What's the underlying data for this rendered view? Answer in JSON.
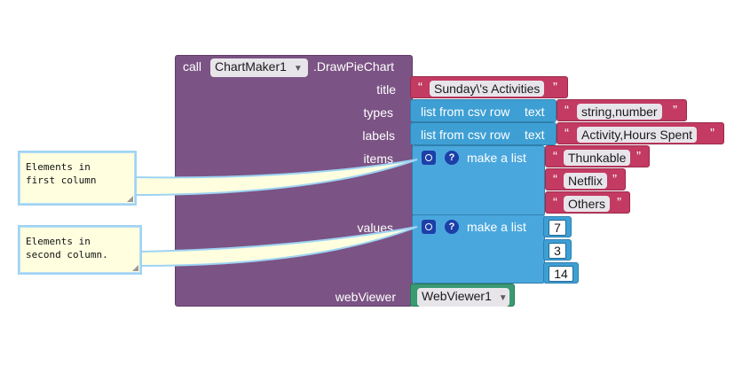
{
  "call_block": {
    "call_label": "call",
    "component": "ChartMaker1",
    "method": ".DrawPieChart",
    "sockets": {
      "title": "title",
      "types": "types",
      "labels": "labels",
      "items": "items",
      "values": "values",
      "webViewer": "webViewer"
    }
  },
  "title_value": "Sunday\\'s Activities",
  "types_block": {
    "label": "list from csv row",
    "text_label": "text",
    "value": "string,number"
  },
  "labels_block": {
    "label": "list from csv row",
    "text_label": "text",
    "value": "Activity,Hours Spent"
  },
  "items_list": {
    "label": "make a list",
    "help": "?",
    "values": [
      "Thunkable",
      "Netflix",
      "Others"
    ]
  },
  "values_list": {
    "label": "make a list",
    "help": "?",
    "values": [
      "7",
      "3",
      "14"
    ]
  },
  "webviewer_component": "WebViewer1",
  "quote": "“",
  "quote_close": "”",
  "comments": {
    "first": "Elements in\nfirst column",
    "second": "Elements in\nsecond column."
  },
  "colors": {
    "procedure": "#7b5384",
    "text": "#c33a62",
    "list": "#3e9fd4",
    "component": "#3a9a72"
  }
}
